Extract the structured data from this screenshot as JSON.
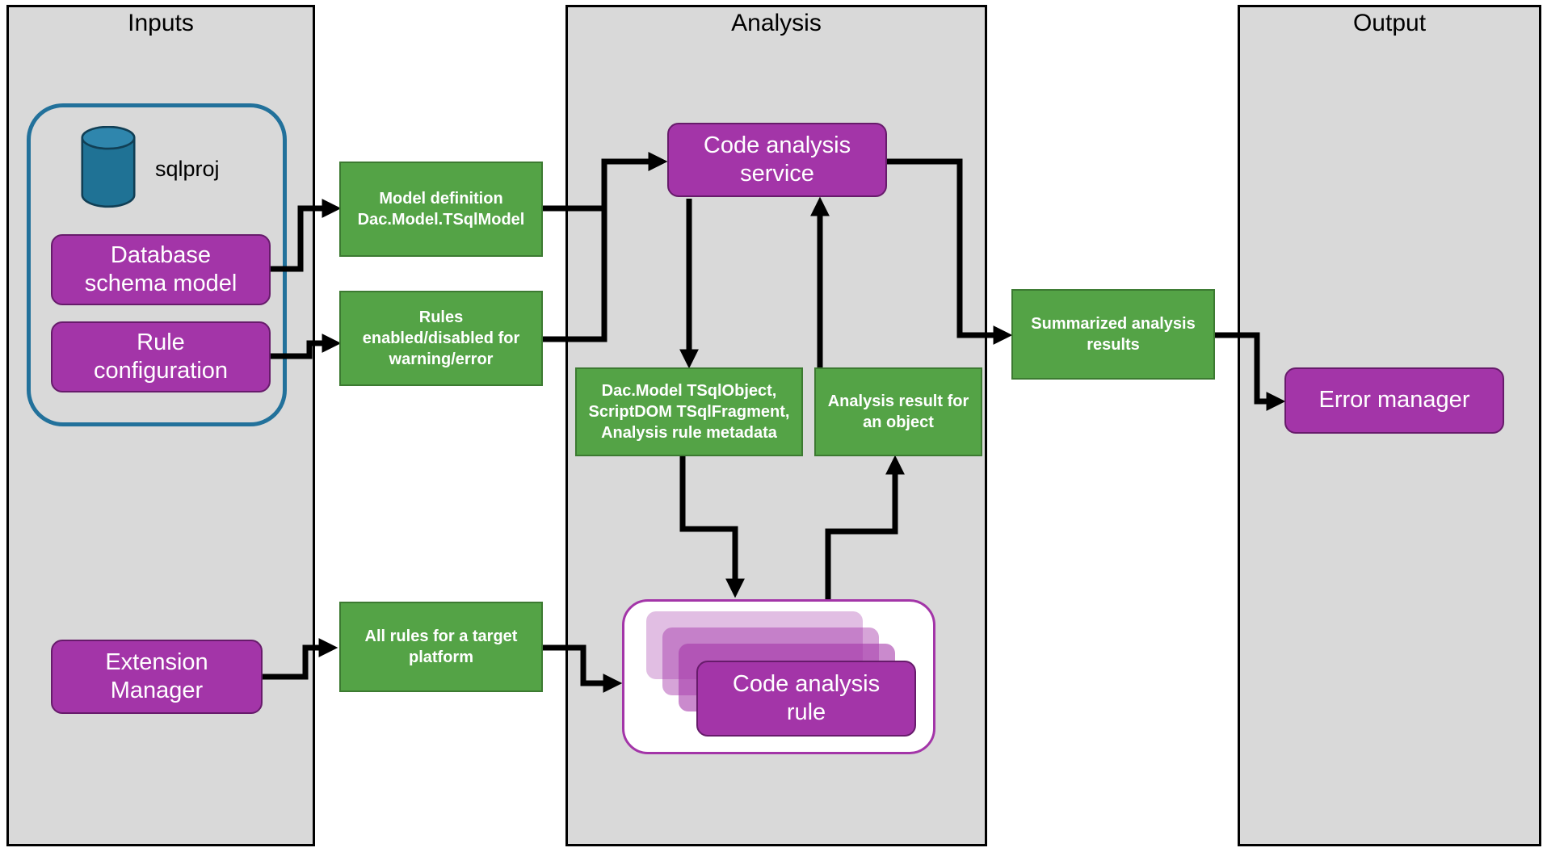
{
  "colors": {
    "panel-bg": "#d9d9d9",
    "purple": "#a335a8",
    "purple-border": "#671b6b",
    "green": "#54a346",
    "green-border": "#3c7a31",
    "blue-outline": "#22719b",
    "cylinder": "#1f7295",
    "arrow": "#000000"
  },
  "panels": {
    "inputs": {
      "title": "Inputs"
    },
    "analysis": {
      "title": "Analysis"
    },
    "output": {
      "title": "Output"
    }
  },
  "inputs": {
    "sqlproj": "sqlproj",
    "database_schema_model": "Database\nschema model",
    "rule_configuration": "Rule\nconfiguration",
    "extension_manager": "Extension\nManager"
  },
  "flows": {
    "model_definition": "Model definition\nDac.Model.TSqlModel",
    "rules_enabled": "Rules\nenabled/disabled for\nwarning/error",
    "all_rules": "All rules for a target\nplatform",
    "dac_objects": "Dac.Model TSqlObject,\nScriptDOM TSqlFragment,\nAnalysis rule metadata",
    "analysis_result": "Analysis result for\nan object",
    "summarized": "Summarized analysis\nresults"
  },
  "analysis": {
    "code_analysis_service": "Code analysis\nservice",
    "code_analysis_rule": "Code analysis\nrule"
  },
  "output": {
    "error_manager": "Error manager"
  }
}
